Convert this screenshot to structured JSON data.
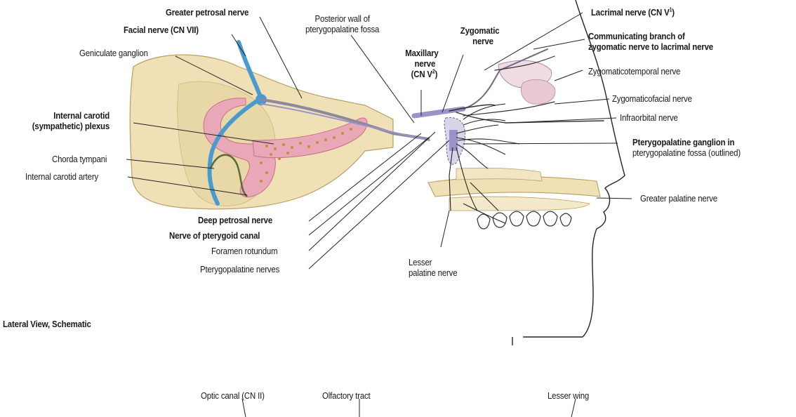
{
  "labels": {
    "greater_petrosal": "Greater petrosal nerve",
    "facial_nerve": "Facial nerve (CN VII)",
    "geniculate": "Geniculate ganglion",
    "internal_carotid_plexus_1": "Internal carotid",
    "internal_carotid_plexus_2": "(sympathetic) plexus",
    "chorda_tympani": "Chorda tympani",
    "internal_carotid_artery": "Internal carotid artery",
    "posterior_wall_1": "Posterior wall of",
    "posterior_wall_2": "pterygopalatine fossa",
    "zygomatic_1": "Zygomatic",
    "zygomatic_2": "nerve",
    "maxillary_1": "Maxillary",
    "maxillary_2": "nerve",
    "maxillary_3": "(CN V",
    "maxillary_sup": "2",
    "maxillary_4": ")",
    "lacrimal": "Lacrimal nerve (CN V",
    "lacrimal_sup": "1",
    "lacrimal_end": ")",
    "communicating_1": "Communicating branch of",
    "communicating_2": "zygomatic nerve to lacrimal nerve",
    "zygomaticotemporal": "Zygomaticotemporal nerve",
    "zygomaticofacial": "Zygomaticofacial nerve",
    "infraorbital": "Infraorbital nerve",
    "ppg_1": "Pterygopalatine ganglion in",
    "ppg_2": "pterygopalatine fossa (outlined)",
    "greater_palatine": "Greater palatine nerve",
    "deep_petrosal": "Deep petrosal nerve",
    "pterygoid_canal": "Nerve of pterygoid canal",
    "foramen_rotundum": "Foramen rotundum",
    "pterygopalatine_nerves": "Pterygopalatine nerves",
    "lesser_palatine_1": "Lesser",
    "lesser_palatine_2": "palatine nerve",
    "view_caption": "Lateral View, Schematic",
    "optic_canal": "Optic canal (CN II)",
    "olfactory_tract": "Olfactory tract",
    "lesser_wing": "Lesser wing"
  },
  "colors": {
    "bone": "#efe1b5",
    "bone_stroke": "#b89f64",
    "artery": "#e9a8b8",
    "artery_dark": "#c96f84",
    "nerve_blue": "#4a9ad0",
    "nerve_purple": "#9c92c8",
    "plexus": "#c98a3a"
  }
}
